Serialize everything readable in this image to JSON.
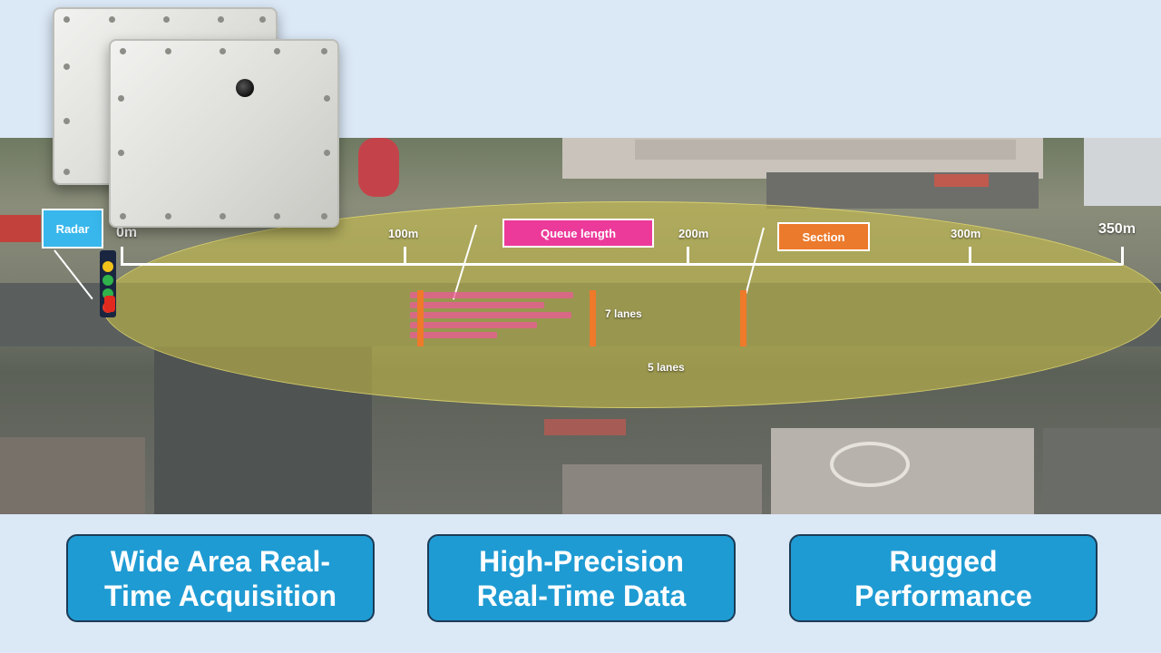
{
  "diagram": {
    "radar_label": "Radar",
    "queue_length_label": "Queue length",
    "section_label": "Section",
    "scale": {
      "marks": [
        "0m",
        "100m",
        "200m",
        "300m",
        "350m"
      ]
    },
    "lanes": {
      "upper": "7 lanes",
      "lower": "5 lanes"
    },
    "colors": {
      "radar_tag": "#38b7ec",
      "queue_tag": "#ec3a9a",
      "section_tag": "#ec7a2c",
      "coverage": "#cdc346",
      "feature_button": "#1f9bd3"
    }
  },
  "features": [
    {
      "label": "Wide Area Real-Time Acquisition"
    },
    {
      "label": "High-Precision Real-Time Data"
    },
    {
      "label": "Rugged Performance"
    }
  ]
}
